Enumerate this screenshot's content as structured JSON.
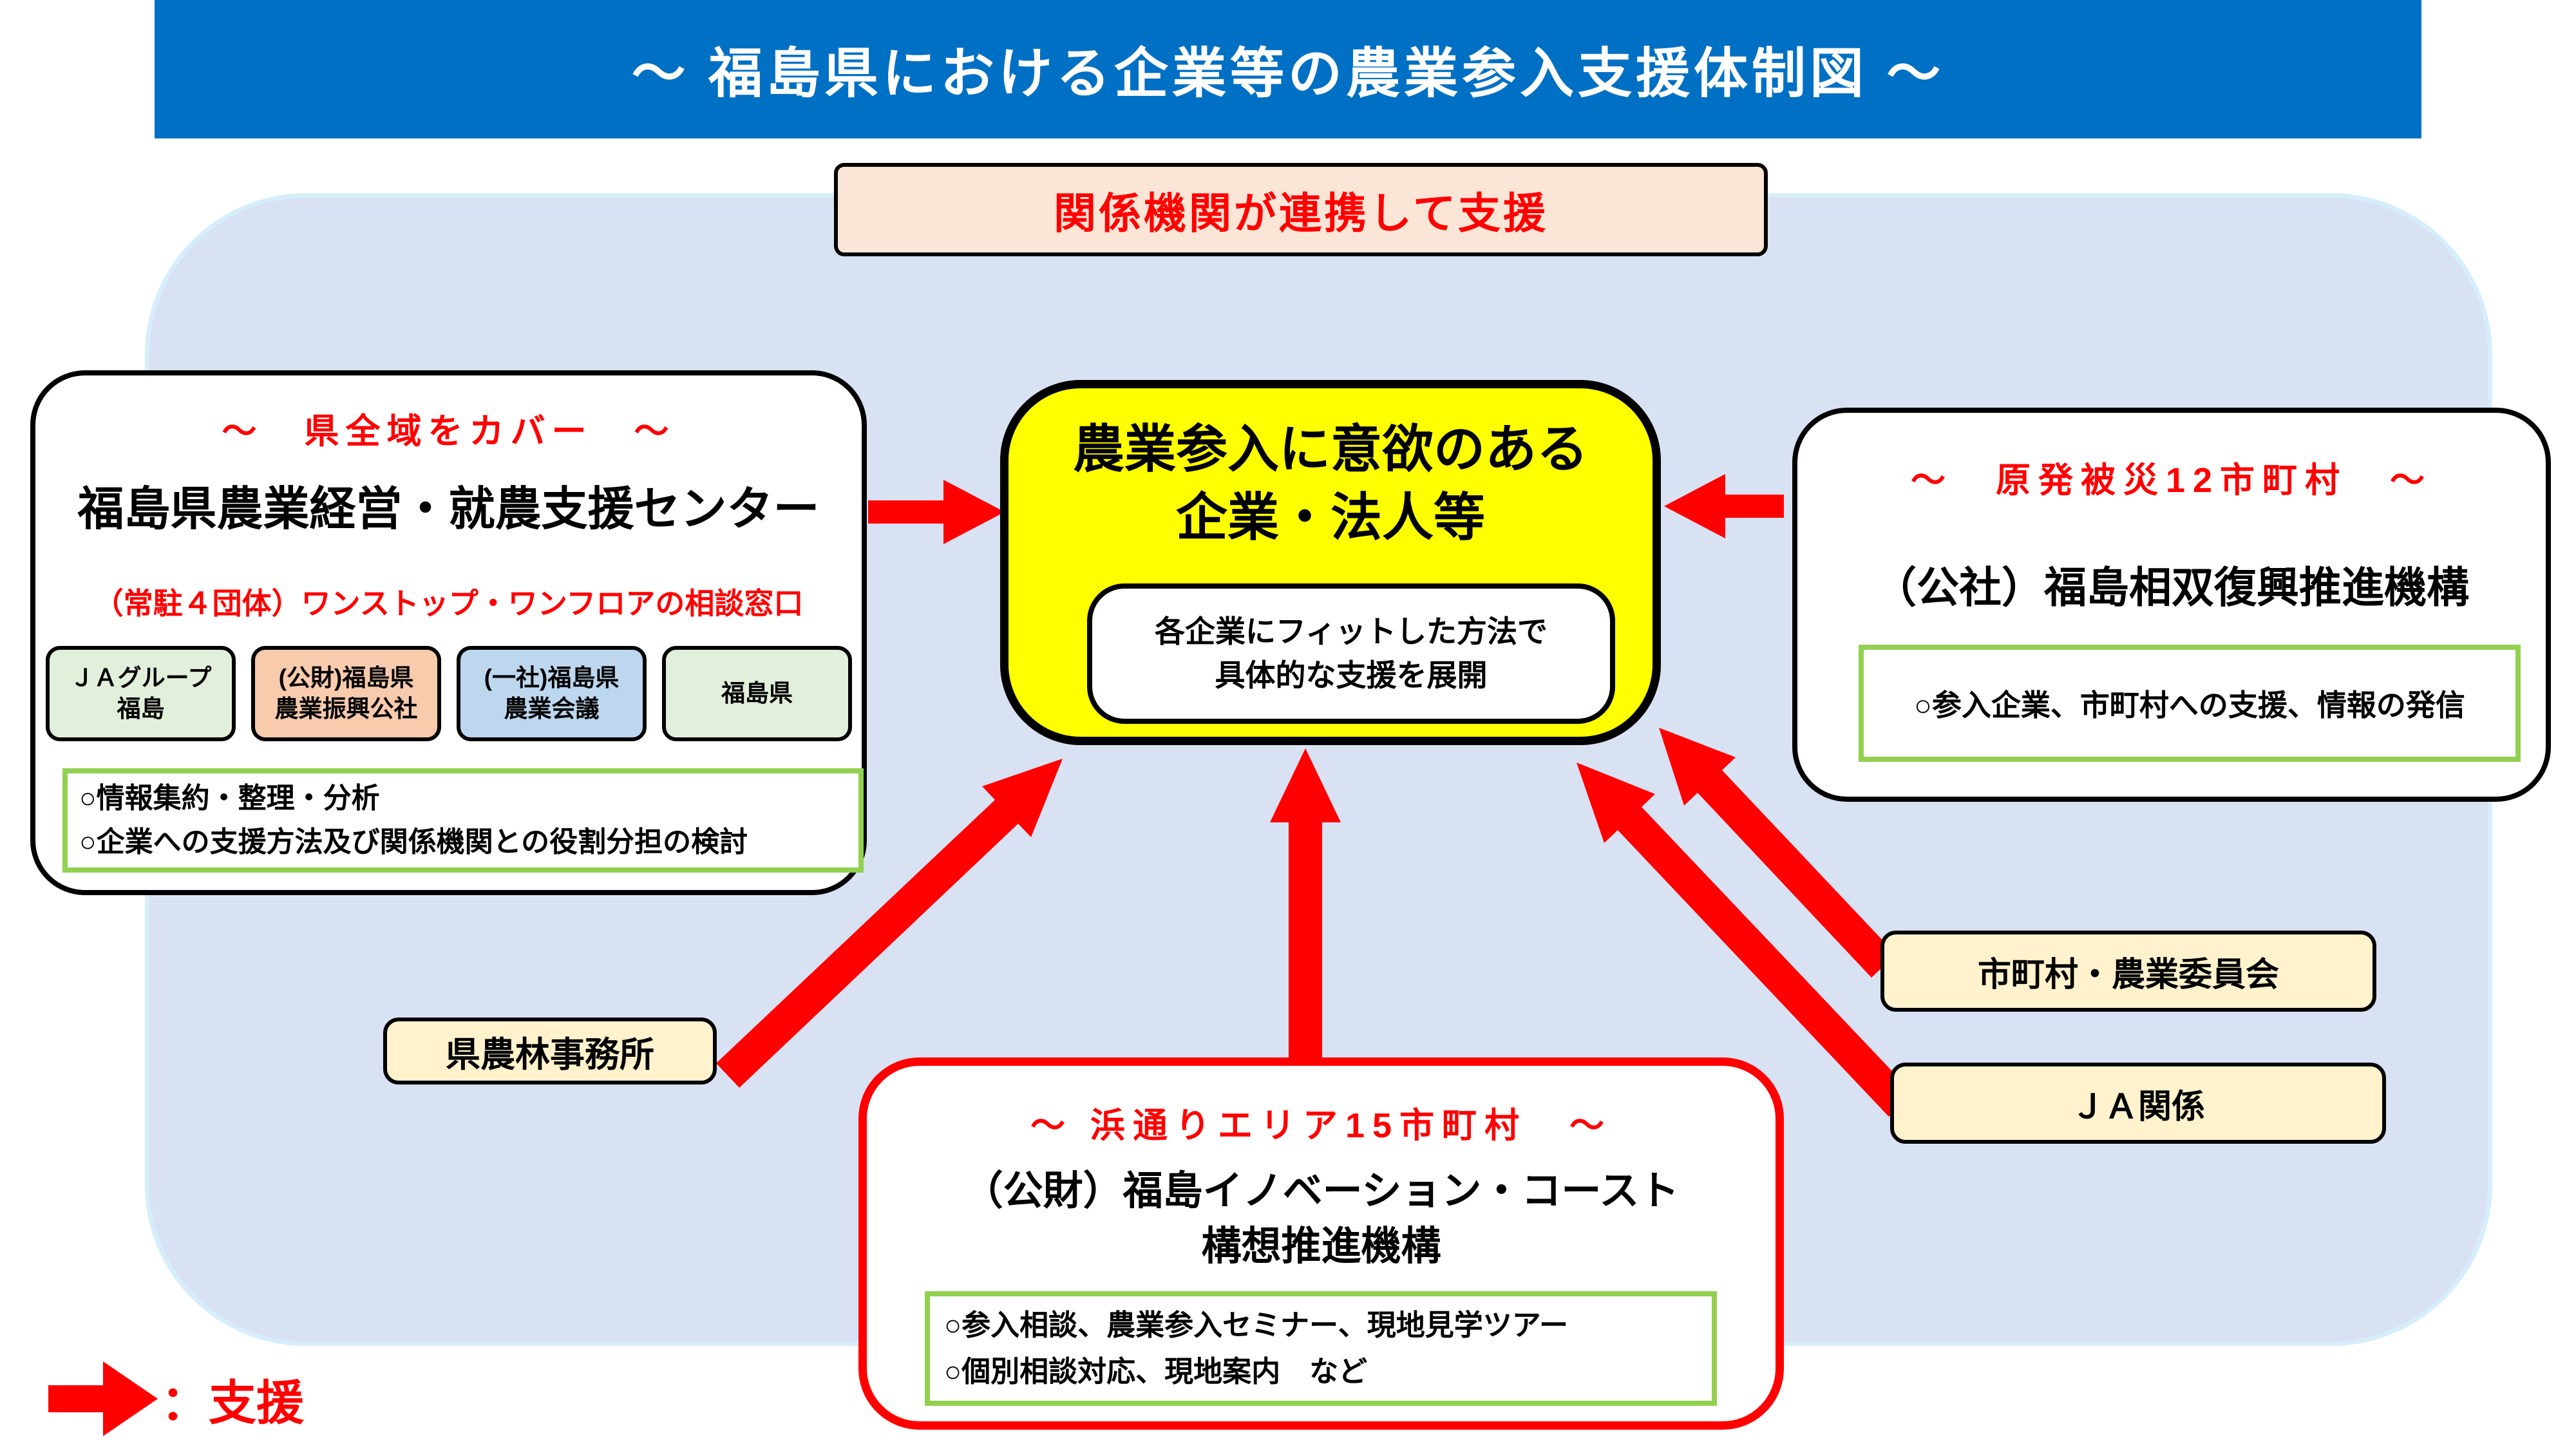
{
  "banner": {
    "title": "～ 福島県における企業等の農業参入支援体制図 ～"
  },
  "linkage": {
    "text": "関係機関が連携して支援"
  },
  "left_box": {
    "scope": "～　県全域をカバー　～",
    "name": "福島県農業経営・就農支援センター",
    "subtitle": "（常駐４団体）ワンストップ・ワンフロアの相談窓口",
    "members": [
      {
        "line1": "ＪＡグループ",
        "line2": "福島"
      },
      {
        "line1": "(公財)福島県",
        "line2": "農業振興公社"
      },
      {
        "line1": "(一社)福島県",
        "line2": "農業会議"
      },
      {
        "line1": "福島県",
        "line2": ""
      }
    ],
    "tasks": [
      "○情報集約・整理・分析",
      "○企業への支援方法及び関係機関との役割分担の検討"
    ]
  },
  "center_box": {
    "title_line1": "農業参入に意欲のある",
    "title_line2": "企業・法人等",
    "note_line1": "各企業にフィットした方法で",
    "note_line2": "具体的な支援を展開"
  },
  "right_box": {
    "scope": "～　原発被災12市町村　～",
    "name": "（公社）福島相双復興推進機構",
    "tasks": [
      "○参入企業、市町村への支援、情報の発信"
    ]
  },
  "bottom_box": {
    "scope": "～ 浜通りエリア15市町村　～",
    "name_line1": "（公財）福島イノベーション・コースト",
    "name_line2": "構想推進機構",
    "tasks": [
      "○参入相談、農業参入セミナー、現地見学ツアー",
      "○個別相談対応、現地案内　など"
    ]
  },
  "support_nodes": {
    "prefectural_office": "県農林事務所",
    "municipalities": "市町村・農業委員会",
    "ja": "ＪＡ関係"
  },
  "legend": {
    "label": "：支援"
  },
  "colors": {
    "banner_blue": "#0070C4",
    "background_light_blue": "#D9E2F3",
    "background_outline": "#D6EEFB",
    "linkage_pink": "#FBE5D6",
    "center_yellow": "#FFFF00",
    "node_cream": "#FFF2CC",
    "member_green": "#E2EFDA",
    "member_peach": "#F8CBAD",
    "member_blue": "#BDD7EE",
    "green_border": "#92D050",
    "arrow_red": "#FF0000",
    "accent_red": "#FF0000"
  }
}
